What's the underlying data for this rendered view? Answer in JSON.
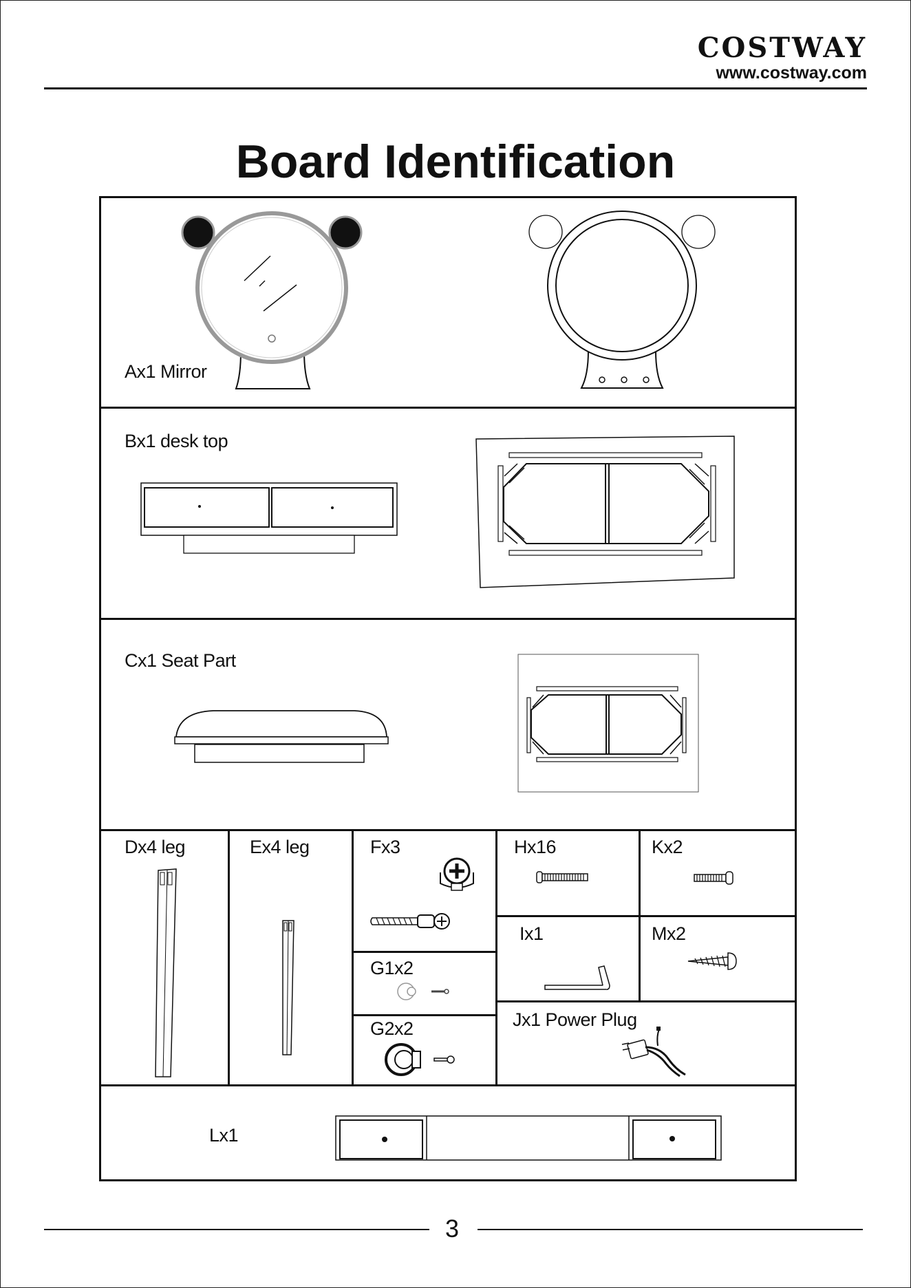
{
  "brand": {
    "name": "COSTWAY",
    "url": "www.costway.com"
  },
  "title": "Board Identification",
  "parts": {
    "a": "Ax1 Mirror",
    "b": "Bx1 desk top",
    "c": "Cx1 Seat Part",
    "d": "Dx4 leg",
    "e": "Ex4 leg",
    "f": "Fx3",
    "g1": "G1x2",
    "g2": "G2x2",
    "h": "Hx16",
    "i": "Ix1",
    "j": "Jx1 Power Plug",
    "k": "Kx2",
    "m": "Mx2",
    "l": "Lx1"
  },
  "page_number": "3"
}
